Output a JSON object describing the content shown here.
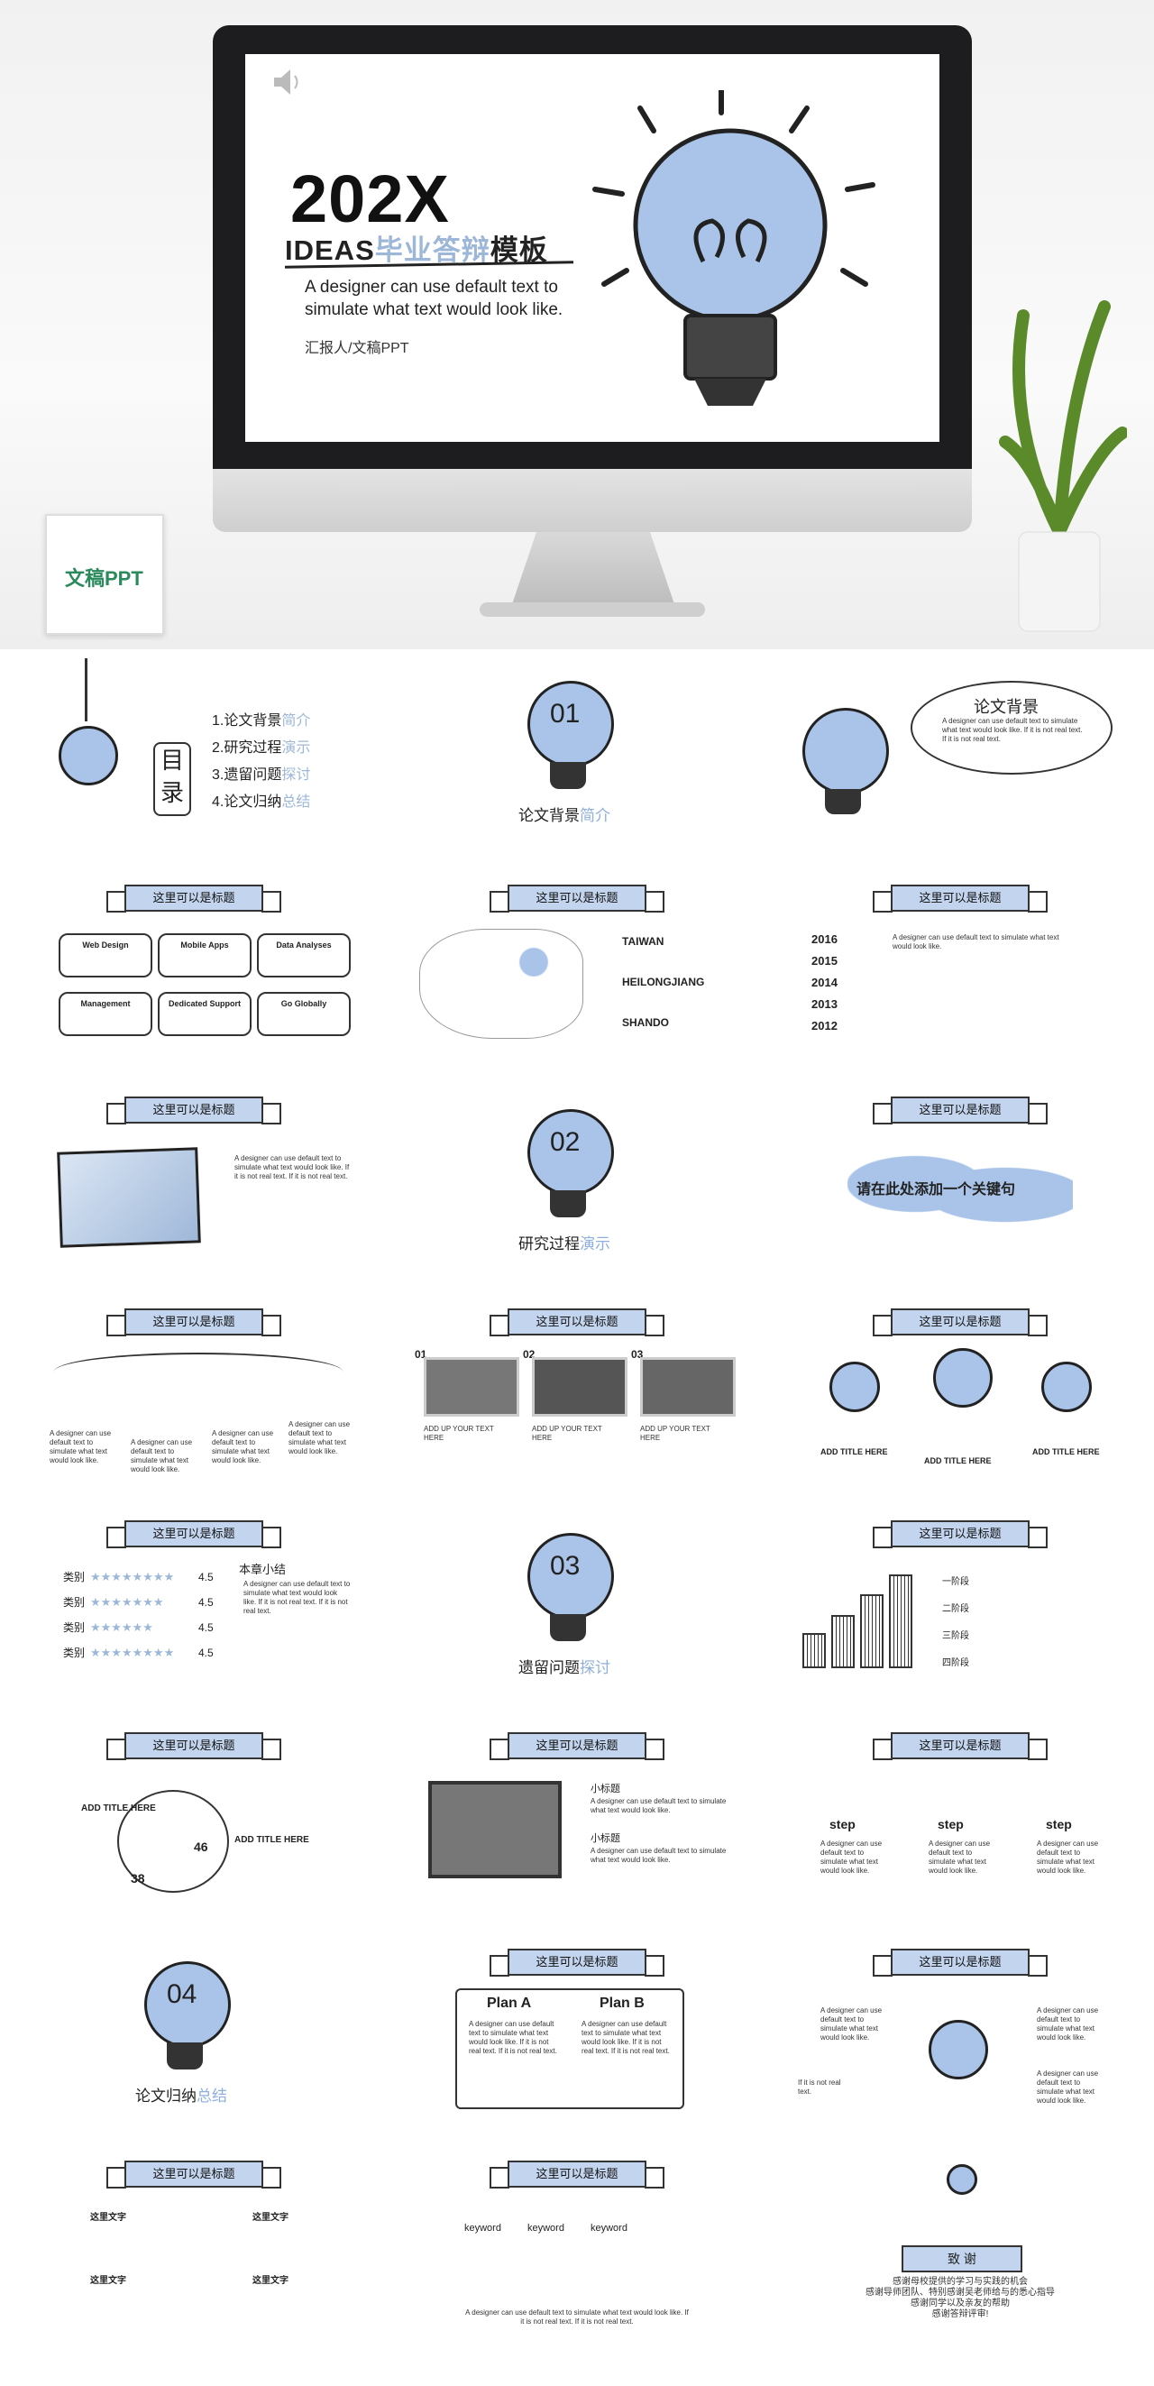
{
  "hero": {
    "title": "202X",
    "subtitle_prefix": "IDEAS",
    "subtitle_blue": "毕业答辩",
    "subtitle_suffix": "模板",
    "desc": "A designer can use default text to simulate what text would look like.",
    "reporter": "汇报人/文稿PPT",
    "calendar_brand": "文稿PPT"
  },
  "toc": {
    "heading": "目录",
    "items": [
      {
        "num": "1.",
        "main": "论文背景",
        "blue": "简介"
      },
      {
        "num": "2.",
        "main": "研究过程",
        "blue": "演示"
      },
      {
        "num": "3.",
        "main": "遗留问题",
        "blue": "探讨"
      },
      {
        "num": "4.",
        "main": "论文归纳",
        "blue": "总结"
      }
    ]
  },
  "banner_text": "这里可以是标题",
  "sections": [
    {
      "num": "01",
      "main": "论文背景",
      "blue": "简介"
    },
    {
      "num": "02",
      "main": "研究过程",
      "blue": "演示"
    },
    {
      "num": "03",
      "main": "遗留问题",
      "blue": "探讨"
    },
    {
      "num": "04",
      "main": "论文归纳",
      "blue": "总结"
    }
  ],
  "lorem_short": "A designer can use default text to simulate what text would look like.",
  "lorem_long": "A designer can use default text to simulate what text would look like. If it is not real text. If it is not real text.",
  "bg_slide": {
    "title": "论文背景"
  },
  "cards": [
    "Web Design",
    "Mobile Apps",
    "Data Analyses",
    "Management",
    "Dedicated Support",
    "Go Globally"
  ],
  "map_labels": [
    "TAIWAN",
    "HEILONGJIANG",
    "SHANDO"
  ],
  "timeline_years": [
    "2016",
    "2015",
    "2014",
    "2013",
    "2012"
  ],
  "world_quote": "请在此处添加一个关键句",
  "photo_nums": [
    "01",
    "02",
    "03"
  ],
  "add_up": "ADD UP YOUR TEXT HERE",
  "add_title_here": "ADD TITLE HERE",
  "ratings": {
    "label": "类别",
    "scores": [
      "4.5",
      "4.5",
      "4.5",
      "4.5"
    ],
    "summary_title": "本章小结"
  },
  "steps_list": [
    "一阶段",
    "二阶段",
    "三阶段",
    "四阶段"
  ],
  "step_label": "step",
  "pie_nums": [
    "38",
    "46"
  ],
  "subtitle_small": "小标题",
  "plans": [
    "Plan A",
    "Plan B"
  ],
  "not_real": "If it is not real text.",
  "small_title": "这里文字",
  "keyword": "keyword",
  "thanks": {
    "title": "致 谢",
    "lines": [
      "感谢母校提供的学习与实践的机会",
      "感谢导师团队、特别感谢吴老师给与的悉心指导",
      "感谢同学以及亲友的帮助",
      "感谢答辩评审!"
    ]
  },
  "colors": {
    "accent": "#a9c4e8",
    "ink": "#222222"
  }
}
